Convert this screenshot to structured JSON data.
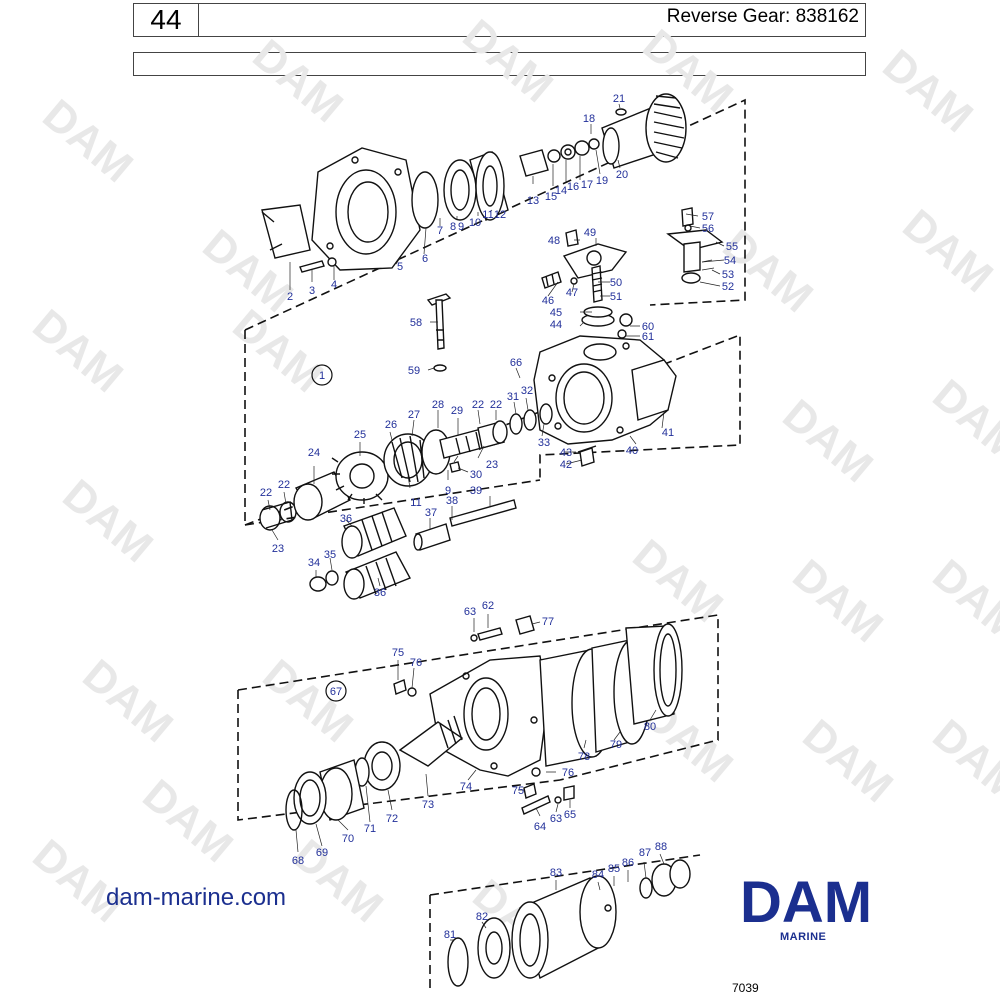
{
  "header": {
    "page_number": "44",
    "title": "Reverse Gear: 838162"
  },
  "callouts": {
    "group_one": "1",
    "group_sixty_seven": "67"
  },
  "part_labels": [
    "2",
    "3",
    "4",
    "5",
    "6",
    "7",
    "8",
    "9",
    "10",
    "11",
    "12",
    "13",
    "14",
    "15",
    "16",
    "17",
    "18",
    "19",
    "20",
    "21",
    "22",
    "22",
    "22",
    "22",
    "23",
    "23",
    "24",
    "25",
    "26",
    "27",
    "28",
    "29",
    "30",
    "9",
    "11",
    "31",
    "32",
    "33",
    "34",
    "35",
    "36",
    "36",
    "37",
    "38",
    "39",
    "40",
    "41",
    "42",
    "43",
    "44",
    "45",
    "46",
    "47",
    "48",
    "49",
    "50",
    "51",
    "52",
    "53",
    "54",
    "55",
    "56",
    "57",
    "58",
    "59",
    "60",
    "61",
    "66",
    "62",
    "63",
    "64",
    "63",
    "65",
    "68",
    "69",
    "70",
    "71",
    "72",
    "73",
    "74",
    "75",
    "75",
    "76",
    "76",
    "77",
    "78",
    "79",
    "80",
    "81",
    "82",
    "83",
    "84",
    "85",
    "86",
    "87",
    "88"
  ],
  "footer": {
    "website": "dam-marine.com",
    "logo_text": "DAM",
    "logo_subtext": "MARINE",
    "figure_number": "7039"
  },
  "colors": {
    "label_blue": "#22309a",
    "brand_blue": "#1b2f8f",
    "watermark": "#e6e6e6"
  }
}
